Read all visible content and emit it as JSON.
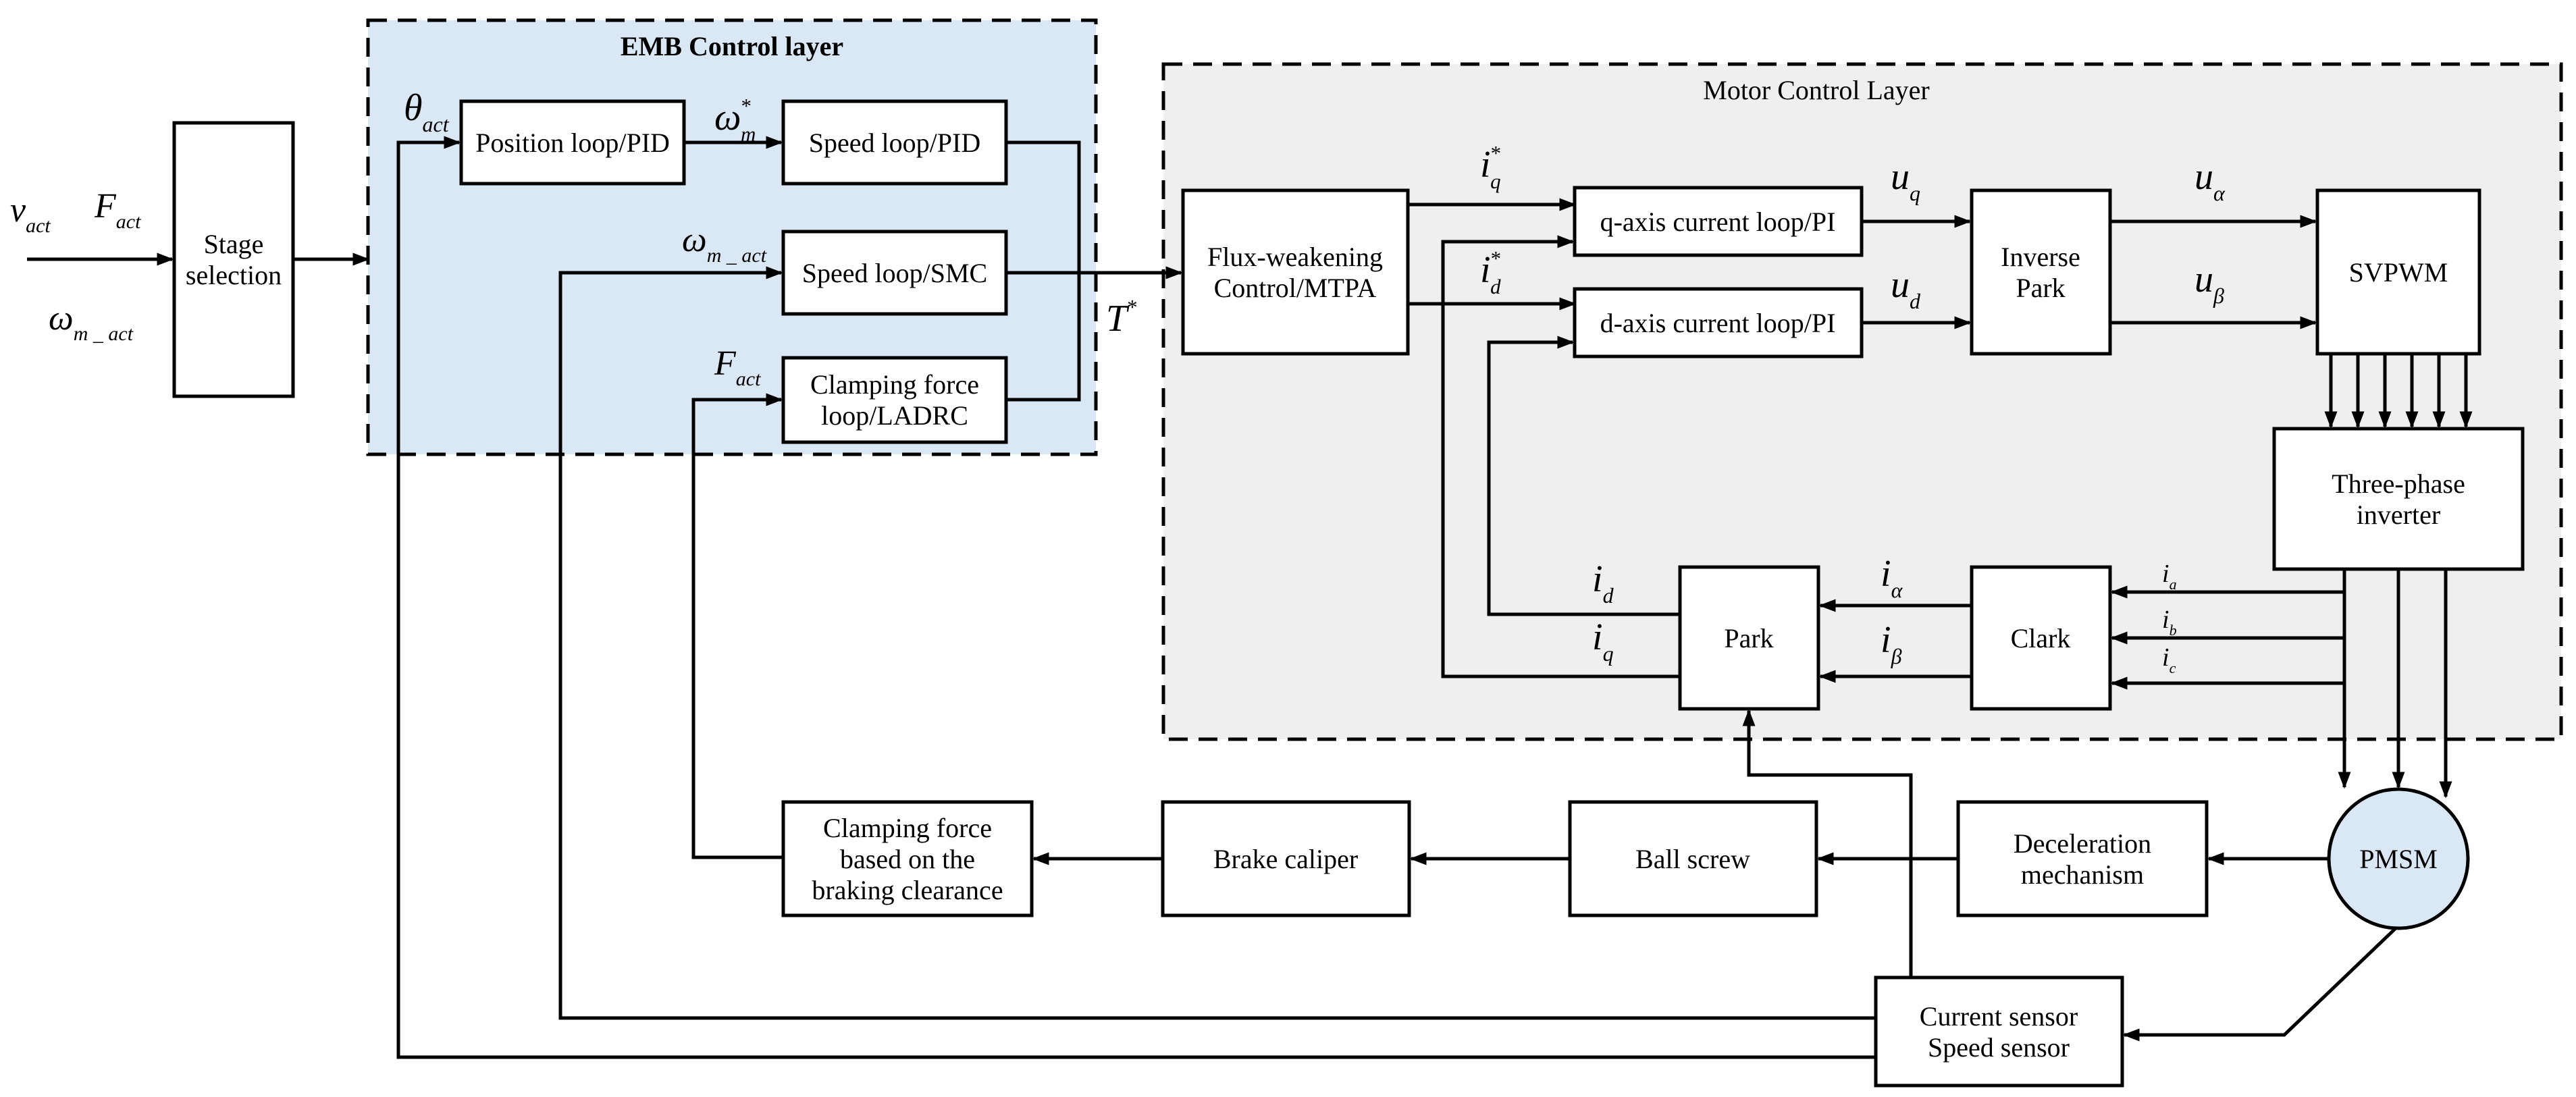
{
  "layers": {
    "emb_title": "EMB Control layer",
    "motor_title": "Motor Control Layer",
    "emb_fill": "#dae8f5",
    "motor_fill": "#efefef",
    "pmsm_fill": "#dae8f5"
  },
  "blocks": {
    "stage": [
      "Stage",
      "selection"
    ],
    "position_loop": [
      "Position loop/PID"
    ],
    "speed_pid": [
      "Speed loop/PID"
    ],
    "speed_smc": [
      "Speed loop/SMC"
    ],
    "clamp_loop": [
      "Clamping force",
      "loop/LADRC"
    ],
    "flux": [
      "Flux-weakening",
      "Control/MTPA"
    ],
    "q_loop": [
      "q-axis current loop/PI"
    ],
    "d_loop": [
      "d-axis current loop/PI"
    ],
    "inv_park": [
      "Inverse",
      "Park"
    ],
    "svpwm": [
      "SVPWM"
    ],
    "inverter": [
      "Three-phase",
      "inverter"
    ],
    "park": [
      "Park"
    ],
    "clark": [
      "Clark"
    ],
    "pmsm": [
      "PMSM"
    ],
    "decel": [
      "Deceleration",
      "mechanism"
    ],
    "ballscrew": [
      "Ball screw"
    ],
    "caliper": [
      "Brake caliper"
    ],
    "clamp_calc": [
      "Clamping force",
      "based on the",
      "braking clearance"
    ],
    "sensor": [
      "Current sensor",
      "Speed sensor"
    ]
  },
  "labels": {
    "v_act": {
      "base": "v",
      "sub": "act",
      "sup": ""
    },
    "F_act_in": {
      "base": "F",
      "sub": "act",
      "sup": ""
    },
    "omega_m_act_in": {
      "base": "ω",
      "sub": "m _ act",
      "sup": ""
    },
    "theta_act": {
      "base": "θ",
      "sub": "act",
      "sup": ""
    },
    "omega_m_star": {
      "base": "ω",
      "sub": "m",
      "sup": "*"
    },
    "omega_m_act": {
      "base": "ω",
      "sub": "m _ act",
      "sup": ""
    },
    "F_act": {
      "base": "F",
      "sub": "act",
      "sup": ""
    },
    "T_star": {
      "base": "T",
      "sub": "",
      "sup": "*"
    },
    "iq_star": {
      "base": "i",
      "sub": "q",
      "sup": "*"
    },
    "id_star": {
      "base": "i",
      "sub": "d",
      "sup": "*"
    },
    "u_q": {
      "base": "u",
      "sub": "q",
      "sup": ""
    },
    "u_d": {
      "base": "u",
      "sub": "d",
      "sup": ""
    },
    "u_alpha": {
      "base": "u",
      "sub": "α",
      "sup": ""
    },
    "u_beta": {
      "base": "u",
      "sub": "β",
      "sup": ""
    },
    "i_d": {
      "base": "i",
      "sub": "d",
      "sup": ""
    },
    "i_q": {
      "base": "i",
      "sub": "q",
      "sup": ""
    },
    "i_alpha": {
      "base": "i",
      "sub": "α",
      "sup": ""
    },
    "i_beta": {
      "base": "i",
      "sub": "β",
      "sup": ""
    },
    "i_a": {
      "base": "i",
      "sub": "a",
      "sup": ""
    },
    "i_b": {
      "base": "i",
      "sub": "b",
      "sup": ""
    },
    "i_c": {
      "base": "i",
      "sub": "c",
      "sup": ""
    }
  }
}
